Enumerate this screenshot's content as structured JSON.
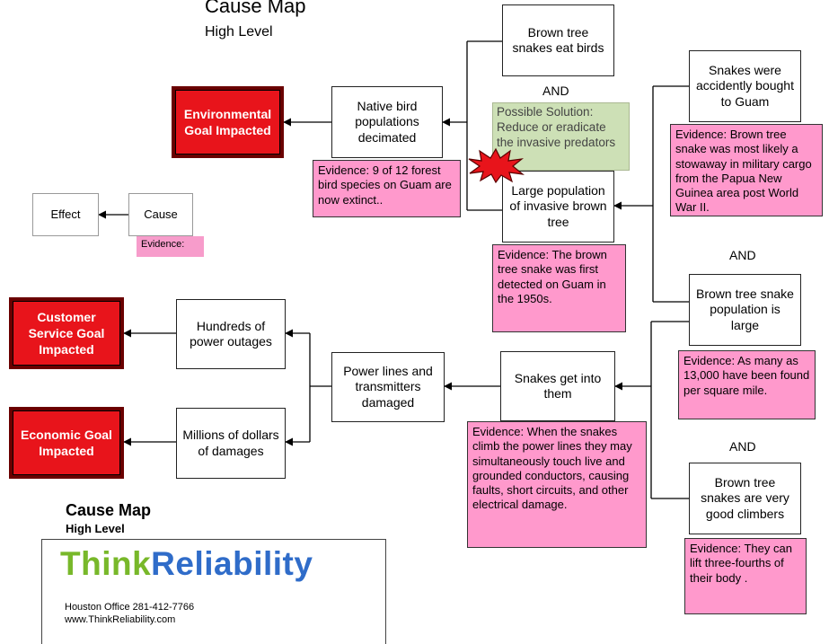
{
  "header": {
    "title": "Cause Map",
    "subtitle": "High Level"
  },
  "legend": {
    "effect": "Effect",
    "cause": "Cause",
    "evidence": "Evidence:"
  },
  "goals": {
    "environmental": "Environmental Goal Impacted",
    "customer_service": "Customer Service Goal Impacted",
    "economic": "Economic Goal Impacted"
  },
  "nodes": {
    "native_bird": "Native bird populations decimated",
    "snakes_eat_birds": "Brown tree snakes eat birds",
    "large_population": "Large population of invasive brown tree",
    "accidently_bought": "Snakes were accidently bought to Guam",
    "snake_population_large": "Brown tree snake population is large",
    "good_climbers": "Brown tree snakes are very good climbers",
    "snakes_get_into": "Snakes get into them",
    "power_lines": "Power lines and transmitters damaged",
    "hundreds_outages": "Hundreds of power outages",
    "millions_damages": "Millions of dollars of damages"
  },
  "and_labels": {
    "and1": "AND",
    "and2": "AND",
    "and3": "AND"
  },
  "solution": "Possible Solution: Reduce or eradicate the invasive predators",
  "evidence": {
    "forest_birds": "Evidence:  9 of 12 forest bird species on Guam are now extinct..",
    "first_detected": "Evidence: The  brown tree snake was first detected on Guam in the 1950s.",
    "stowaway": "Evidence: Brown tree snake was most likely a stowaway in military cargo from the Papua New Guinea area post World War II.",
    "many_found": "Evidence: As many as 13,000 have been found per square mile.",
    "climb_power_lines": "Evidence:  When the snakes climb the power lines they may simultaneously touch live and grounded conductors, causing faults, short circuits, and other electrical damage.",
    "lift_body": "Evidence: They can lift three-fourths of their body ."
  },
  "footer": {
    "title": "Cause Map",
    "subtitle": "High Level",
    "logo_think": "Think",
    "logo_reliability": "Reliability",
    "office": "Houston Office 281-412-7766",
    "website": "www.ThinkReliability.com"
  },
  "colors": {
    "goal_red": "#e8141b",
    "evidence_pink": "#ff99cc",
    "solution_green": "#cde0b6",
    "logo_green": "#78b82a",
    "logo_blue": "#2f6cc9"
  }
}
